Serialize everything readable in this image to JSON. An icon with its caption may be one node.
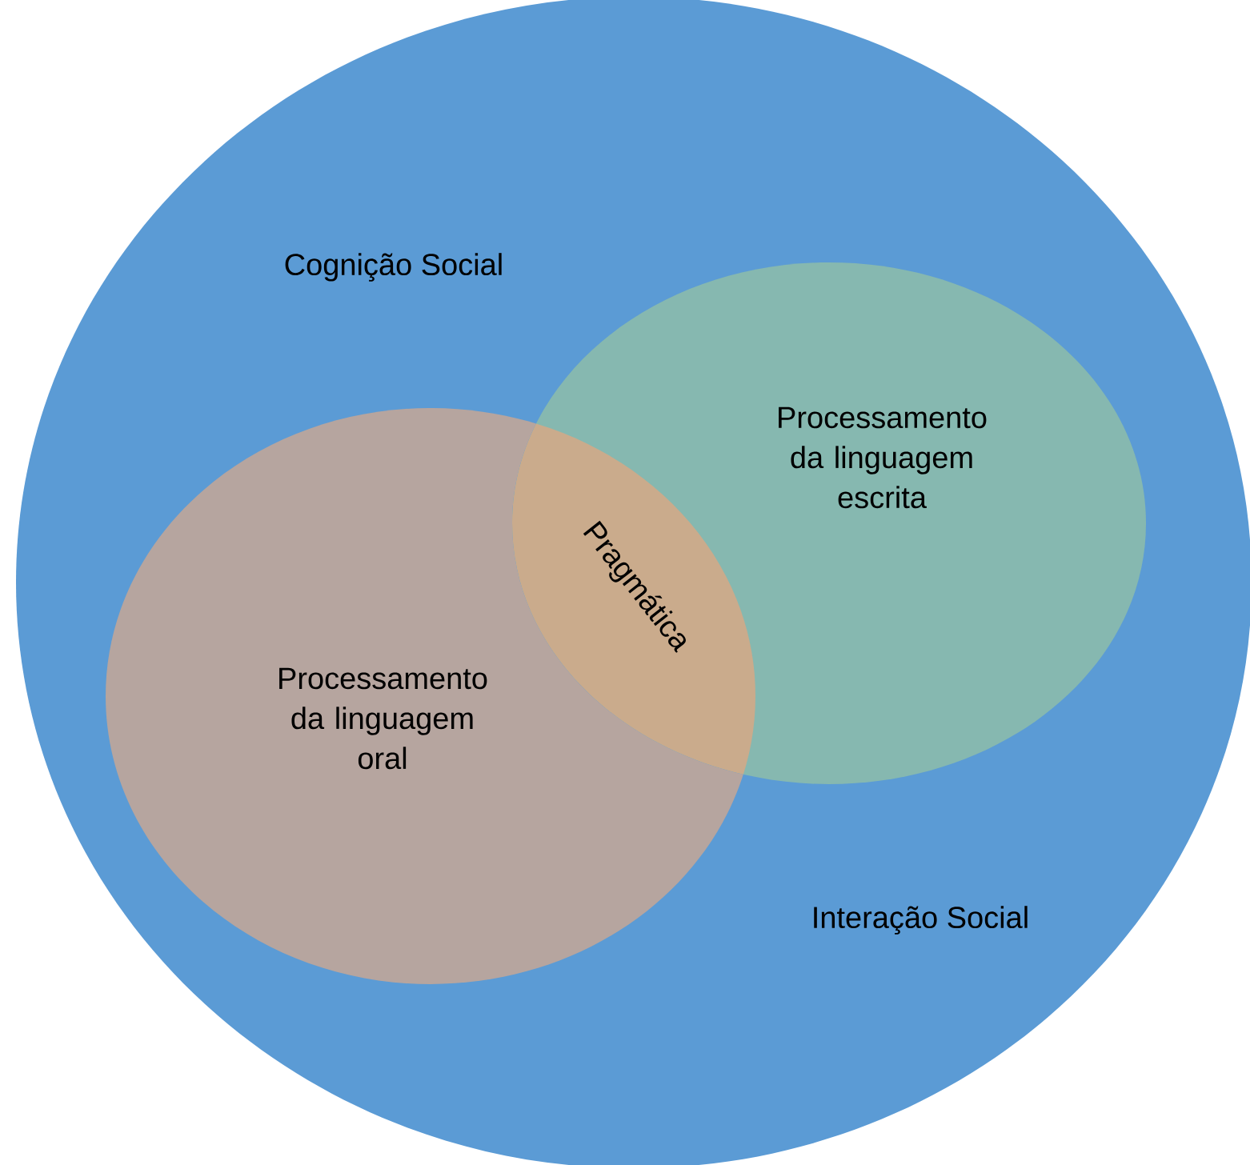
{
  "diagram": {
    "nodes": [
      {
        "text": [
          "Cognição Social",
          "Interação Social"
        ]
      },
      {
        "text": [
          "Processamento da linguagem escrita"
        ],
        "in": 0
      },
      {
        "text": [
          "Processamento da linguagem oral"
        ],
        "in": 0
      }
    ],
    "labels": [
      "Pragmática"
    ]
  }
}
